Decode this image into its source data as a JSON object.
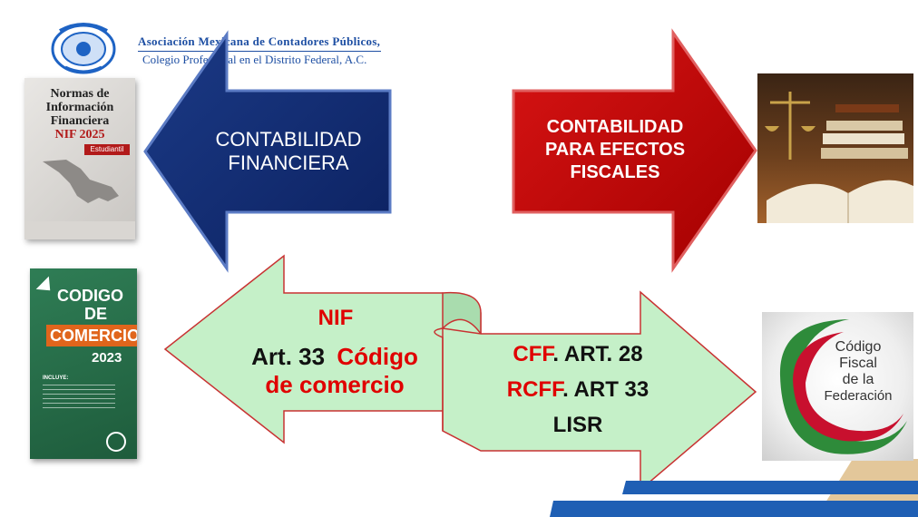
{
  "header": {
    "line1": "Asociación Mexicana de Contadores Públicos,",
    "line2": "Colegio Profesional en el Distrito Federal, A.C."
  },
  "arrow_left": {
    "line1": "CONTABILIDAD",
    "line2": "FINANCIERA",
    "color": "#0f2a6b"
  },
  "arrow_right": {
    "line1": "CONTABILIDAD",
    "line2": "PARA EFECTOS",
    "line3": "FISCALES",
    "color": "#c00000"
  },
  "scroll_left": {
    "nif": "NIF",
    "art_prefix": "Art. 33",
    "art_code": "Código",
    "art_line2": "de comercio",
    "fill": "#c5f0c8"
  },
  "scroll_right": {
    "row1_red": "CFF",
    "row1_black": ". ART. 28",
    "row2_red": "RCFF",
    "row2_black": ". ART 33",
    "row3": "LISR"
  },
  "book_nif": {
    "title1": "Normas de",
    "title2": "Información",
    "title3": "Financiera",
    "title4": "NIF 2025",
    "badge": "Estudiantil"
  },
  "book_cc": {
    "title1": "CODIGO",
    "title2": "DE",
    "title3": "COMERCIO",
    "year": "2023",
    "includes": "INCLUYE:"
  },
  "cff_logo": {
    "line1": "Código",
    "line2": "Fiscal",
    "line3": "de la",
    "line4": "Federación"
  },
  "accent": {
    "red": "#e00000",
    "navy": "#0f2a6b",
    "green_light": "#c5f0c8",
    "blue_stripe": "#1f5fb4",
    "tan_stripe": "#e3c79a"
  }
}
